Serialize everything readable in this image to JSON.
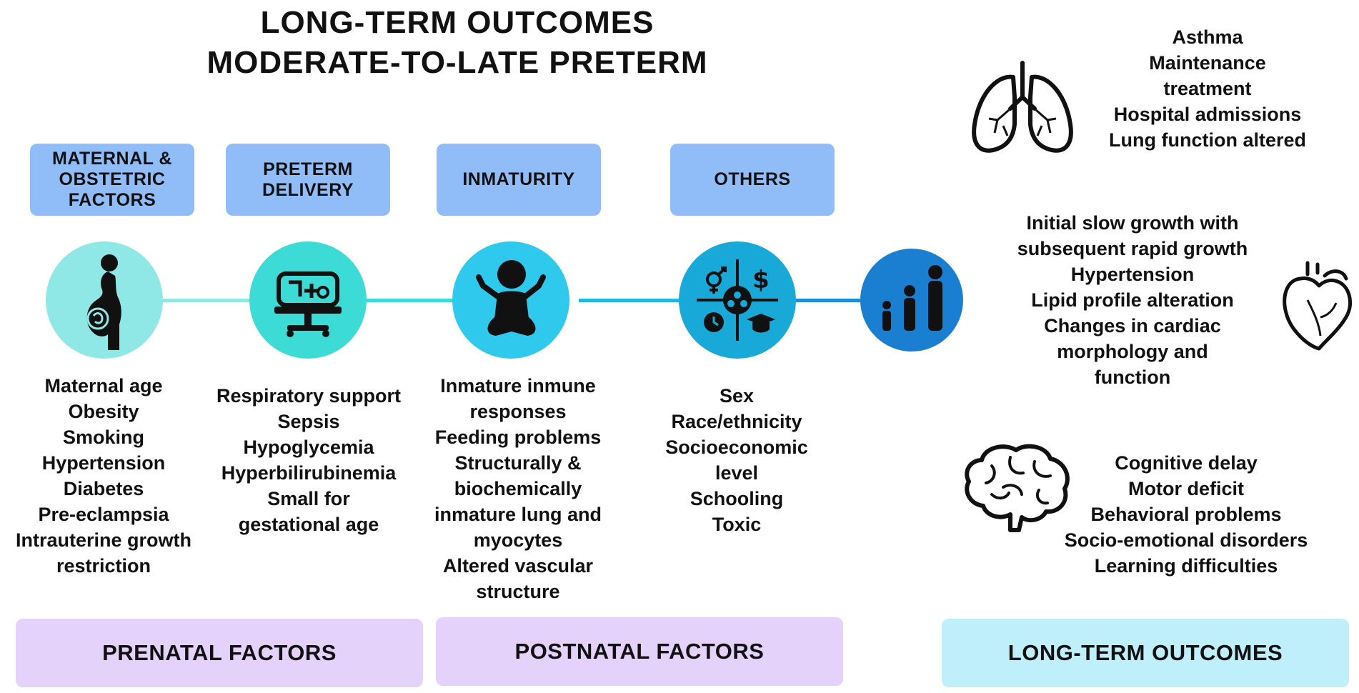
{
  "title": {
    "line1": "LONG-TERM OUTCOMES",
    "line2": "MODERATE-TO-LATE PRETERM"
  },
  "categories": [
    {
      "label": "MATERNAL & OBSTETRIC FACTORS"
    },
    {
      "label": "PRETERM DELIVERY"
    },
    {
      "label": "INMATURITY"
    },
    {
      "label": "OTHERS"
    }
  ],
  "icons": {
    "pregnant": "pregnant-woman-icon",
    "incubator": "incubator-icon",
    "baby": "baby-icon",
    "factors": "social-factors-icon",
    "family": "family-growth-icon",
    "lungs": "lungs-icon",
    "heart": "heart-icon",
    "brain": "brain-icon"
  },
  "lists": {
    "maternal": [
      "Maternal age",
      "Obesity",
      "Smoking",
      "Hypertension",
      "Diabetes",
      "Pre-eclampsia",
      "Intrauterine growth",
      "restriction"
    ],
    "preterm": [
      "Respiratory support",
      "Sepsis",
      "Hypoglycemia",
      "Hyperbilirubinemia",
      "Small for",
      "gestational age"
    ],
    "inmaturity": [
      "Inmature inmune",
      "responses",
      "Feeding problems",
      "Structurally &",
      "biochemically",
      "inmature lung and",
      "myocytes",
      "Altered vascular",
      "structure"
    ],
    "others": [
      "Sex",
      "Race/ethnicity",
      "Socioeconomic",
      "level",
      "Schooling",
      "Toxic"
    ]
  },
  "outcomes": {
    "respiratory": [
      "Asthma",
      "Maintenance",
      "treatment",
      "Hospital admissions",
      "Lung function altered"
    ],
    "cardiovascular": [
      "Initial slow growth with",
      "subsequent rapid growth",
      "Hypertension",
      "Lipid profile alteration",
      "Changes in cardiac",
      "morphology and",
      "function"
    ],
    "neuro": [
      "Cognitive delay",
      "Motor deficit",
      "Behavioral problems",
      "Socio-emotional disorders",
      "Learning difficulties"
    ]
  },
  "phases": {
    "prenatal": "PRENATAL FACTORS",
    "postnatal": "POSTNATAL FACTORS",
    "outcomes": "LONG-TERM OUTCOMES"
  },
  "colors": {
    "category_box": "#90bdf8",
    "circle_1": "#8fe8e6",
    "circle_2": "#3ddbd6",
    "circle_3": "#2ec9ec",
    "circle_4": "#18a9d9",
    "circle_5": "#1b7fd1",
    "phase_factors": "#e5d2fa",
    "phase_outcomes": "#bfeffb"
  }
}
